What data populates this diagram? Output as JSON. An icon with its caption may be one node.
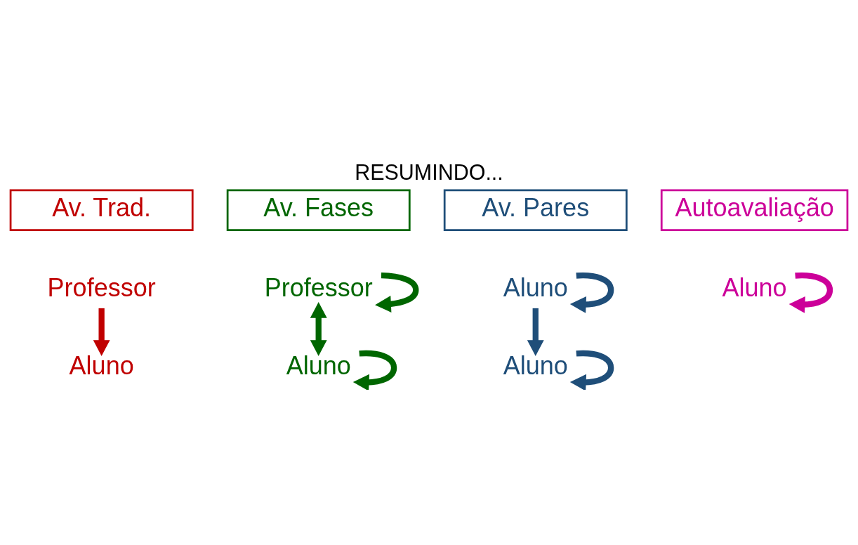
{
  "diagram": {
    "title": "RESUMINDO...",
    "nodes": [
      {
        "text": [
          "Av. Trad."
        ]
      },
      {
        "text": [
          "Av. Fases"
        ]
      },
      {
        "text": [
          "Av. Pares"
        ]
      },
      {
        "text": [
          "Autoavaliação"
        ]
      },
      {
        "text": [
          "Professor"
        ]
      },
      {
        "text": [
          "Aluno"
        ]
      },
      {
        "text": [
          "Professor"
        ]
      },
      {
        "text": [
          "Aluno"
        ]
      },
      {
        "text": [
          "Aluno"
        ]
      },
      {
        "text": [
          "Aluno"
        ]
      },
      {
        "text": [
          "Aluno"
        ]
      }
    ],
    "edges": [
      {
        "from": 4,
        "to": 5,
        "arrow": "to",
        "color": "#c00000"
      },
      {
        "from": 6,
        "to": 6,
        "arrow": "to",
        "color": "#006600"
      },
      {
        "from": 6,
        "to": 7,
        "arrow": "both",
        "color": "#006600"
      },
      {
        "from": 7,
        "to": 7,
        "arrow": "to",
        "color": "#006600"
      },
      {
        "from": 8,
        "to": 8,
        "arrow": "to",
        "color": "#1f4e79"
      },
      {
        "from": 8,
        "to": 9,
        "arrow": "to",
        "color": "#1f4e79"
      },
      {
        "from": 9,
        "to": 9,
        "arrow": "to",
        "color": "#1f4e79"
      },
      {
        "from": 10,
        "to": 10,
        "arrow": "to",
        "color": "#cc0099"
      }
    ]
  }
}
